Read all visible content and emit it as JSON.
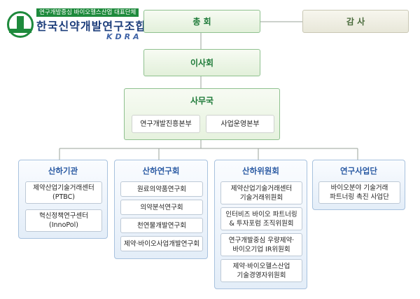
{
  "logo": {
    "subtitle": "연구개발중심 바이오헬스산업 대표단체",
    "title": "한국신약개발연구조합",
    "english": "KDRA"
  },
  "top": {
    "general_assembly": "총 회",
    "auditor": "감 사",
    "board": "이사회"
  },
  "secretariat": {
    "title": "사무국",
    "divisions": [
      "연구개발진흥본부",
      "사업운영본부"
    ]
  },
  "columns": [
    {
      "title": "산하기관",
      "items": [
        "제약산업기술거래센터\n(PTBC)",
        "혁신정책연구센터\n(InnoPol)"
      ]
    },
    {
      "title": "산하연구회",
      "items": [
        "원료의약품연구회",
        "의약분석연구회",
        "천연물개발연구회",
        "제약·바이오사업개발연구회"
      ]
    },
    {
      "title": "산하위원회",
      "items": [
        "제약산업기술거래센터\n기술거래위원회",
        "인터비즈 바이오 파트너링\n& 투자포럼 조직위원회",
        "연구개발중심 우량제약·\n바이오기업 IR위원회",
        "제약·바이오헬스산업\n기술경영자위원회"
      ]
    },
    {
      "title": "연구사업단",
      "items": [
        "바이오분야 기술거래\n파트너링 촉진 사업단"
      ]
    }
  ],
  "colors": {
    "green": "#1d7a38",
    "blue": "#2a5aa3",
    "line": "#9aa39a"
  }
}
